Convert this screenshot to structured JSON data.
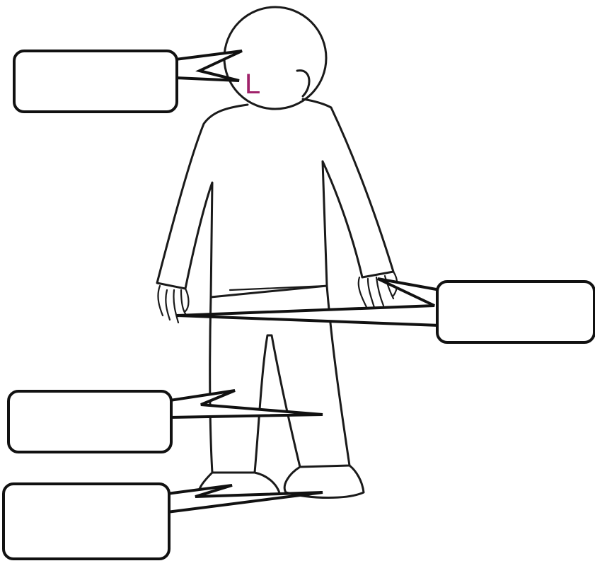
{
  "figure": {
    "handwritten_mark": "L",
    "mark_color": "#a0226a",
    "line_color": "#111111",
    "background": "#ffffff"
  },
  "label_boxes": [
    {
      "id": "mouth",
      "text": ""
    },
    {
      "id": "hands",
      "text": ""
    },
    {
      "id": "legs",
      "text": ""
    },
    {
      "id": "feet",
      "text": ""
    }
  ]
}
